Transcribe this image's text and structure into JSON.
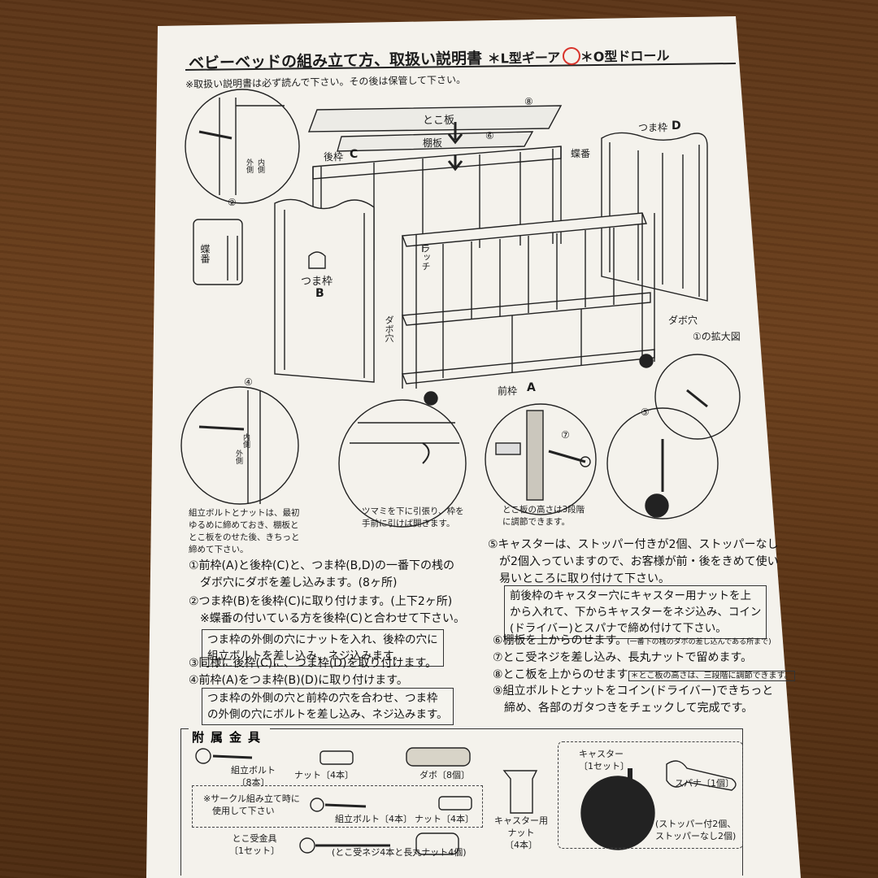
{
  "document": {
    "title": "ベビーベッドの組み立て方、取扱い説明書",
    "option_l": "＊L型ギーア",
    "option_o": "＊O型ドロール",
    "note": "※取扱い説明書は必ず読んで下さい。その後は保管して下さい。"
  },
  "diagram_labels": {
    "tokoita": "とこ板",
    "num8": "⑧",
    "tanaita": "棚板",
    "num6": "⑥",
    "ushirowaku": "後枠",
    "letter_c": "C",
    "tsumawaku_d": "つま枠",
    "letter_d": "D",
    "chouban_right": "蝶番",
    "num2": "②",
    "chouban_left": "蝶番",
    "tsumawaku_b": "つま枠",
    "letter_b": "B",
    "latch": "ラッチ",
    "dabo_ana_mid": "ダボ穴",
    "dabo_ana_right": "ダボ穴",
    "zoom1": "①の拡大図",
    "maewaku": "前枠",
    "letter_a": "A",
    "num4": "④",
    "num5": "⑤",
    "num7": "⑦",
    "sotogawa": "外側",
    "uchigawa": "内側",
    "sotogawa2": "外側",
    "uchigawa2": "内側"
  },
  "captions": {
    "bolt": "組立ボルトとナットは、最初\nゆるめに締めておき、棚板と\nとこ板をのせた後、きちっと\n締めて下さい。",
    "tsumami": "ツマミを下に引張り、枠を\n手前に引けば開きます。",
    "tokoita_height": "とこ板の高さは3段階\nに調節できます。"
  },
  "steps_left": {
    "s1": "①前枠(A)と後枠(C)と、つま枠(B,D)の一番下の桟の\n　ダボ穴にダボを差し込みます。(8ヶ所)",
    "s2": "②つま枠(B)を後枠(C)に取り付けます。(上下2ヶ所)\n　※蝶番の付いている方を後枠(C)と合わせて下さい。",
    "box1": "つま枠の外側の穴にナットを入れ、後枠の穴に\n組立ボルトを差し込み、ネジ込みます。",
    "s3": "③同様に後枠(C)に、つま枠(D)を取り付けます。\n④前枠(A)をつま枠(B)(D)に取り付けます。",
    "box2": "つま枠の外側の穴と前枠の穴を合わせ、つま枠\nの外側の穴にボルトを差し込み、ネジ込みます。"
  },
  "steps_right": {
    "s5": "⑤キャスターは、ストッパー付きが2個、ストッパーなし\n　が2個入っていますので、お客様が前・後をきめて使い\n　易いところに取り付けて下さい。",
    "box3": "前後枠のキャスター穴にキャスター用ナットを上\nから入れて、下からキャスターをネジ込み、コイン\n(ドライバー)とスパナで締め付けて下さい。",
    "s6": "⑥棚板を上からのせます。",
    "s6_note": "(一番下の桟のダボの差し込んである所まで)",
    "s7": "⑦とこ受ネジを差し込み、長丸ナットで留めます。",
    "s8": "⑧とこ板を上からのせます",
    "s8_note": "＊とこ板の高さは、三段階に調節できます。",
    "s9": "⑨組立ボルトとナットをコイン(ドライバー)できちっと\n　締め、各部のガタつきをチェックして完成です。"
  },
  "parts": {
    "title": "附属金具",
    "bolt8": "組立ボルト\n〔8本〕",
    "nut4": "ナット〔4本〕",
    "dabo8": "ダボ〔8個〕",
    "circle_note": "※サークル組み立て時に\n　使用して下さい",
    "bolt4": "組立ボルト〔4本〕",
    "nut4b": "ナット〔4本〕",
    "caster_nut": "キャスター用\nナット\n〔4本〕",
    "caster": "キャスター\n〔1セット〕",
    "spanner": "スパナ〔1個〕",
    "stopper": "(ストッパー付2個、\nストッパーなし2個)",
    "tokoukegu": "とこ受金具\n〔1セット〕",
    "tokouke_neji": "(とこ受ネジ4本と長丸ナット4個)"
  }
}
